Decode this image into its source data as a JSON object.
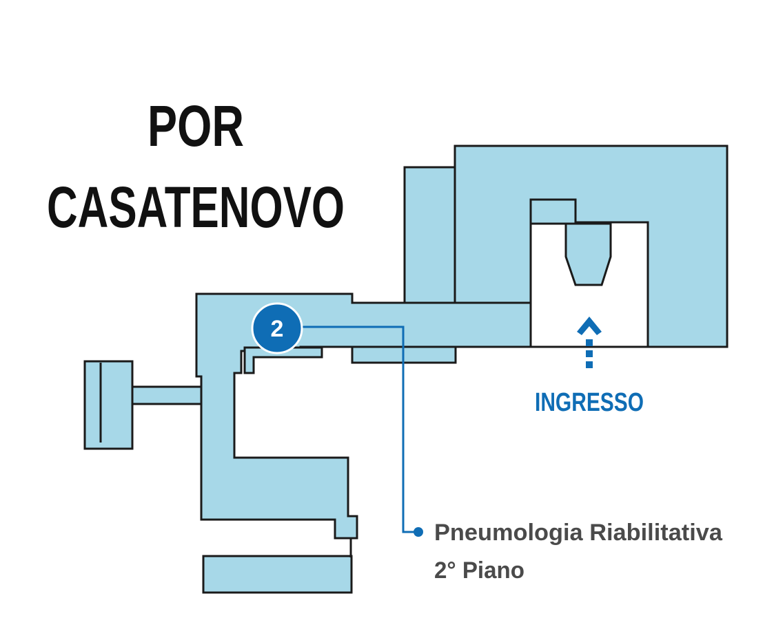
{
  "title": {
    "line1": "POR",
    "line2": "CASATENOVO"
  },
  "entrance": {
    "label": "INGRESSO",
    "icon": "arrow-up-dashed-icon"
  },
  "marker": {
    "number": "2"
  },
  "callout": {
    "department": "Pneumologia Riabilitativa",
    "floor": "2° Piano"
  },
  "colors": {
    "building_fill": "#a7d8e8",
    "building_stroke": "#1a1a1a",
    "accent_blue": "#0f6db5",
    "callout_text": "#4a4a4a",
    "title_text": "#111111"
  }
}
